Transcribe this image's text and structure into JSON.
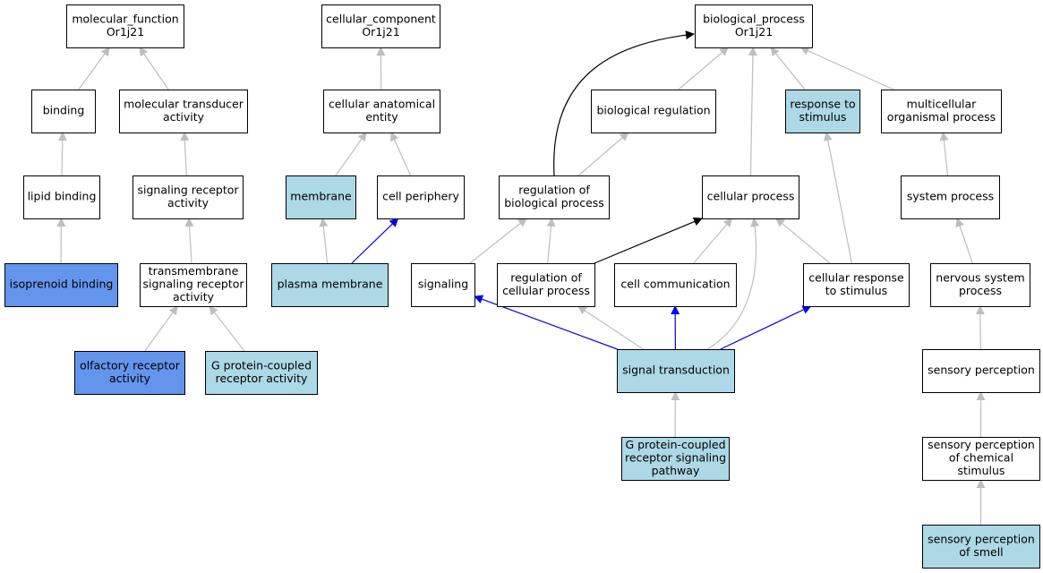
{
  "colors": {
    "default_fill": "#ffffff",
    "light_blue": "#add8e6",
    "medium_blue": "#6495ed",
    "edge_gray": "#bebebe",
    "edge_blue": "#0000ee",
    "edge_black": "#000000"
  },
  "nodes": [
    {
      "id": "mf",
      "lines": [
        "molecular_function",
        "Or1j21"
      ],
      "fill": "default_fill"
    },
    {
      "id": "cc",
      "lines": [
        "cellular_component",
        "Or1j21"
      ],
      "fill": "default_fill"
    },
    {
      "id": "bp",
      "lines": [
        "biological_process",
        "Or1j21"
      ],
      "fill": "default_fill"
    },
    {
      "id": "binding",
      "lines": [
        "binding"
      ],
      "fill": "default_fill"
    },
    {
      "id": "mta",
      "lines": [
        "molecular transducer",
        "activity"
      ],
      "fill": "default_fill"
    },
    {
      "id": "cae",
      "lines": [
        "cellular anatomical",
        "entity"
      ],
      "fill": "default_fill"
    },
    {
      "id": "breg",
      "lines": [
        "biological regulation"
      ],
      "fill": "default_fill"
    },
    {
      "id": "rts",
      "lines": [
        "response to",
        "stimulus"
      ],
      "fill": "light_blue"
    },
    {
      "id": "mop",
      "lines": [
        "multicellular",
        "organismal process"
      ],
      "fill": "default_fill"
    },
    {
      "id": "lipid",
      "lines": [
        "lipid binding"
      ],
      "fill": "default_fill"
    },
    {
      "id": "sra",
      "lines": [
        "signaling receptor",
        "activity"
      ],
      "fill": "default_fill"
    },
    {
      "id": "membrane",
      "lines": [
        "membrane"
      ],
      "fill": "light_blue"
    },
    {
      "id": "cperiph",
      "lines": [
        "cell periphery"
      ],
      "fill": "default_fill"
    },
    {
      "id": "rbp",
      "lines": [
        "regulation of",
        "biological process"
      ],
      "fill": "default_fill"
    },
    {
      "id": "cproc",
      "lines": [
        "cellular process"
      ],
      "fill": "default_fill"
    },
    {
      "id": "sysproc",
      "lines": [
        "system process"
      ],
      "fill": "default_fill"
    },
    {
      "id": "isop",
      "lines": [
        "isoprenoid binding"
      ],
      "fill": "medium_blue"
    },
    {
      "id": "tsra",
      "lines": [
        "transmembrane",
        "signaling receptor",
        "activity"
      ],
      "fill": "default_fill"
    },
    {
      "id": "pmem",
      "lines": [
        "plasma membrane"
      ],
      "fill": "light_blue"
    },
    {
      "id": "signaling",
      "lines": [
        "signaling"
      ],
      "fill": "default_fill"
    },
    {
      "id": "rcp",
      "lines": [
        "regulation of",
        "cellular process"
      ],
      "fill": "default_fill"
    },
    {
      "id": "ccomm",
      "lines": [
        "cell communication"
      ],
      "fill": "default_fill"
    },
    {
      "id": "crts",
      "lines": [
        "cellular response",
        "to stimulus"
      ],
      "fill": "default_fill"
    },
    {
      "id": "nsp",
      "lines": [
        "nervous system",
        "process"
      ],
      "fill": "default_fill"
    },
    {
      "id": "ora",
      "lines": [
        "olfactory receptor",
        "activity"
      ],
      "fill": "medium_blue"
    },
    {
      "id": "gpcr",
      "lines": [
        "G protein-coupled",
        "receptor activity"
      ],
      "fill": "light_blue"
    },
    {
      "id": "st",
      "lines": [
        "signal transduction"
      ],
      "fill": "light_blue"
    },
    {
      "id": "sp",
      "lines": [
        "sensory perception"
      ],
      "fill": "default_fill"
    },
    {
      "id": "gpcrsp",
      "lines": [
        "G protein-coupled",
        "receptor signaling",
        "pathway"
      ],
      "fill": "light_blue"
    },
    {
      "id": "spcs",
      "lines": [
        "sensory perception",
        "of chemical",
        "stimulus"
      ],
      "fill": "default_fill"
    },
    {
      "id": "sps",
      "lines": [
        "sensory perception",
        "of smell"
      ],
      "fill": "light_blue"
    }
  ],
  "edges": [
    {
      "from": "binding",
      "to": "mf",
      "color": "edge_gray"
    },
    {
      "from": "mta",
      "to": "mf",
      "color": "edge_gray"
    },
    {
      "from": "lipid",
      "to": "binding",
      "color": "edge_gray"
    },
    {
      "from": "isop",
      "to": "lipid",
      "color": "edge_gray"
    },
    {
      "from": "sra",
      "to": "mta",
      "color": "edge_gray"
    },
    {
      "from": "tsra",
      "to": "sra",
      "color": "edge_gray"
    },
    {
      "from": "ora",
      "to": "tsra",
      "color": "edge_gray"
    },
    {
      "from": "gpcr",
      "to": "tsra",
      "color": "edge_gray"
    },
    {
      "from": "cae",
      "to": "cc",
      "color": "edge_gray"
    },
    {
      "from": "membrane",
      "to": "cae",
      "color": "edge_gray"
    },
    {
      "from": "cperiph",
      "to": "cae",
      "color": "edge_gray"
    },
    {
      "from": "pmem",
      "to": "membrane",
      "color": "edge_gray"
    },
    {
      "from": "pmem",
      "to": "cperiph",
      "color": "edge_blue"
    },
    {
      "from": "rbp",
      "to": "bp",
      "color": "edge_black",
      "curve": true
    },
    {
      "from": "breg",
      "to": "bp",
      "color": "edge_gray"
    },
    {
      "from": "cproc",
      "to": "bp",
      "color": "edge_gray"
    },
    {
      "from": "rts",
      "to": "bp",
      "color": "edge_gray"
    },
    {
      "from": "mop",
      "to": "bp",
      "color": "edge_gray"
    },
    {
      "from": "rbp",
      "to": "breg",
      "color": "edge_gray"
    },
    {
      "from": "crts",
      "to": "rts",
      "color": "edge_gray"
    },
    {
      "from": "sysproc",
      "to": "mop",
      "color": "edge_gray"
    },
    {
      "from": "nsp",
      "to": "sysproc",
      "color": "edge_gray"
    },
    {
      "from": "sp",
      "to": "nsp",
      "color": "edge_gray"
    },
    {
      "from": "spcs",
      "to": "sp",
      "color": "edge_gray"
    },
    {
      "from": "sps",
      "to": "spcs",
      "color": "edge_gray"
    },
    {
      "from": "signaling",
      "to": "rbp",
      "color": "edge_gray"
    },
    {
      "from": "rcp",
      "to": "rbp",
      "color": "edge_gray"
    },
    {
      "from": "rcp",
      "to": "cproc",
      "color": "edge_black"
    },
    {
      "from": "ccomm",
      "to": "cproc",
      "color": "edge_gray"
    },
    {
      "from": "crts",
      "to": "cproc",
      "color": "edge_gray"
    },
    {
      "from": "st",
      "to": "cproc",
      "color": "edge_gray",
      "curve": true
    },
    {
      "from": "st",
      "to": "signaling",
      "color": "edge_blue"
    },
    {
      "from": "st",
      "to": "rcp",
      "color": "edge_gray"
    },
    {
      "from": "st",
      "to": "ccomm",
      "color": "edge_blue"
    },
    {
      "from": "st",
      "to": "crts",
      "color": "edge_blue"
    },
    {
      "from": "gpcrsp",
      "to": "st",
      "color": "edge_gray"
    }
  ]
}
